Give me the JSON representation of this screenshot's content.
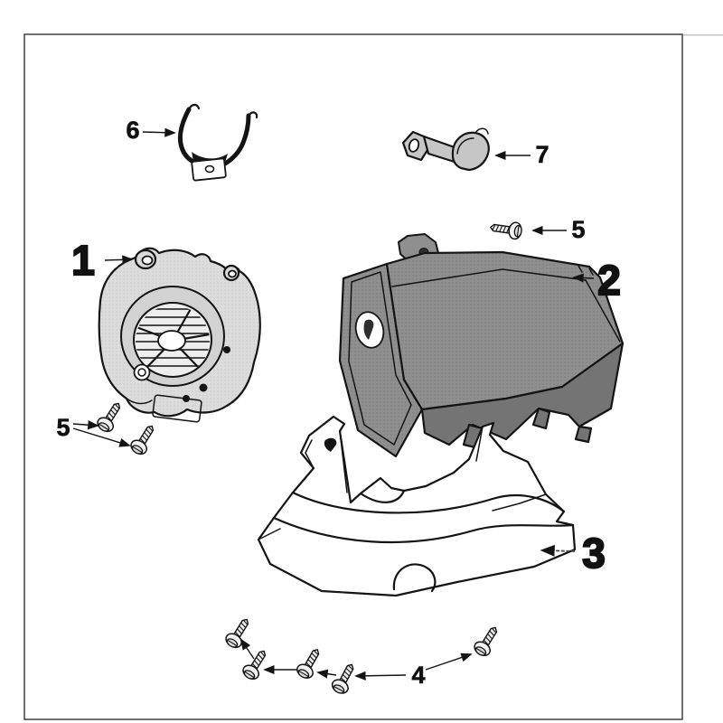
{
  "page": {
    "background": "#ffffff",
    "colors": {
      "paper": "#ffffff",
      "outline": "#141414",
      "frame": "#4c4c4c",
      "frame-faint": "#c9c9c9",
      "part-light": "#dcdcdc",
      "ring-fill": "#d2d2d2",
      "grill-fill": "#eeeeee",
      "part-mid": "#8f8f8f",
      "part-dark": "#747474",
      "clamp-fill": "#c6c6c6",
      "screw-fill": "#ececec",
      "label-color": "#111111"
    }
  },
  "diagram": {
    "callouts": {
      "c1": {
        "label": "1"
      },
      "c2": {
        "label": "2"
      },
      "c3": {
        "label": "3"
      },
      "c4": {
        "label": "4"
      },
      "c5_top": {
        "label": "5"
      },
      "c5_left": {
        "label": "5"
      },
      "c6": {
        "label": "6"
      },
      "c7": {
        "label": "7"
      }
    }
  }
}
